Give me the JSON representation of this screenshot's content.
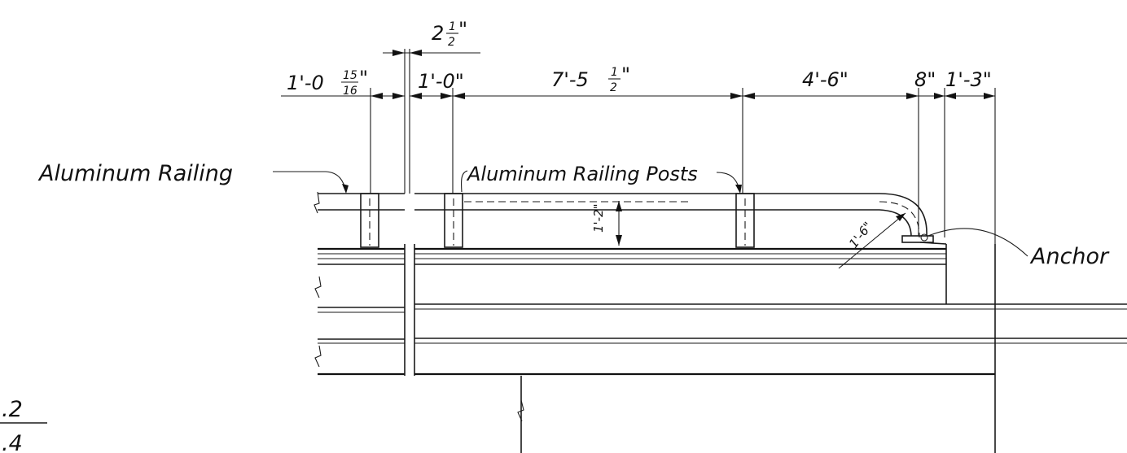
{
  "labels": {
    "aluminum_railing": "Aluminum Railing",
    "aluminum_railing_posts": "Aluminum Railing Posts",
    "anchor": "Anchor"
  },
  "dimensions": {
    "d1_main": "1'-0",
    "d1_frac_num": "15",
    "d1_frac_den": "16",
    "d1_inch": "\"",
    "d2_main": "2",
    "d2_frac_num": "1",
    "d2_frac_den": "2",
    "d2_inch": "\"",
    "d3": "1'-0\"",
    "d4_main": "7'-5",
    "d4_frac_num": "1",
    "d4_frac_den": "2",
    "d4_inch": "\"",
    "d5": "4'-6\"",
    "d6": "8\"",
    "d7": "1'-3\"",
    "rail_height": "1'-2\"",
    "bend_radius": "1'-6\""
  },
  "sheet_ref": {
    "top": ".2",
    "bottom": ".4"
  }
}
